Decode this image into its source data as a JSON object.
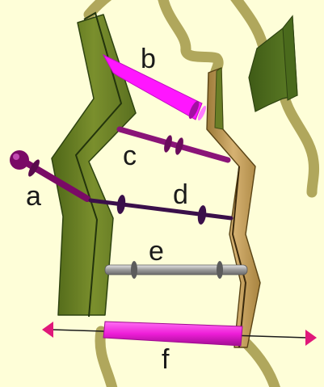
{
  "labels": {
    "a": "a",
    "b": "b",
    "c": "c",
    "d": "d",
    "e": "e",
    "f": "f"
  },
  "colors": {
    "background": "#fefed8",
    "loop": "#b0a75c",
    "strand_left": "#6a7e26",
    "strand_right": "#b58f4a",
    "strand_topright": "#4f6f1f",
    "bond_b": "#ff16ff",
    "bond_c": "#8a1478",
    "bond_a": "#7a0a66",
    "bond_d": "#3a0f4a",
    "bond_e": "#9a9a9a",
    "bond_f": "#ee1ed8",
    "axis_arrow": "#e0187a"
  },
  "icons": {
    "double_arrow": "double-headed-arrow"
  }
}
